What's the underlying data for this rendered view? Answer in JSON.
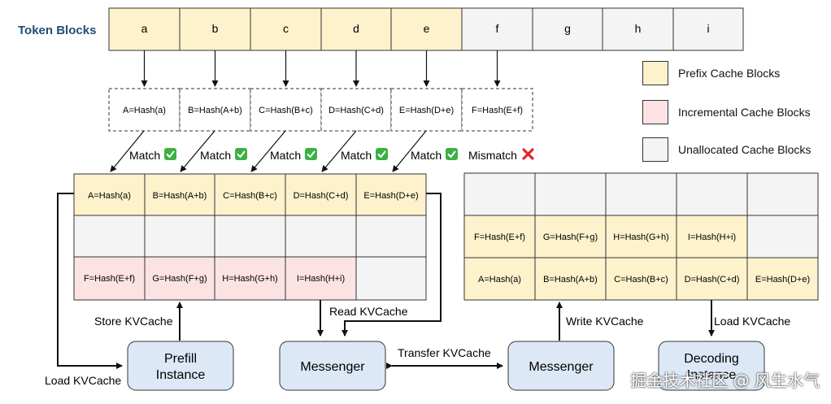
{
  "title": "Token Blocks",
  "token_blocks": [
    "a",
    "b",
    "c",
    "d",
    "e",
    "f",
    "g",
    "h",
    "i"
  ],
  "hash_row": [
    "A=Hash(a)",
    "B=Hash(A+b)",
    "C=Hash(B+c)",
    "D=Hash(C+d)",
    "E=Hash(D+e)",
    "F=Hash(E+f)"
  ],
  "matches": [
    "Match",
    "Match",
    "Match",
    "Match",
    "Match"
  ],
  "mismatch": "Mismatch",
  "prefill_cache": {
    "row1": [
      "A=Hash(a)",
      "B=Hash(A+b)",
      "C=Hash(B+c)",
      "D=Hash(C+d)",
      "E=Hash(D+e)"
    ],
    "row2": [
      "",
      "",
      "",
      "",
      ""
    ],
    "row3": [
      "F=Hash(E+f)",
      "G=Hash(F+g)",
      "H=Hash(G+h)",
      "I=Hash(H+i)",
      ""
    ]
  },
  "decoding_cache": {
    "row1": [
      "",
      "",
      "",
      "",
      ""
    ],
    "row2": [
      "F=Hash(E+f)",
      "G=Hash(F+g)",
      "H=Hash(G+h)",
      "I=Hash(H+i)",
      ""
    ],
    "row3": [
      "A=Hash(a)",
      "B=Hash(A+b)",
      "C=Hash(B+c)",
      "D=Hash(C+d)",
      "E=Hash(D+e)"
    ]
  },
  "legend": {
    "prefix": "Prefix Cache Blocks",
    "incremental": "Incremental Cache Blocks",
    "unallocated": "Unallocated Cache Blocks"
  },
  "labels": {
    "store_kvcache": "Store KVCache",
    "read_kvcache": "Read KVCache",
    "write_kvcache": "Write KVCache",
    "load_kvcache_left": "Load KVCache",
    "load_kvcache_right": "Load KVCache",
    "transfer_kvcache": "Transfer KVCache"
  },
  "boxes": {
    "prefill": [
      "Prefill",
      "Instance"
    ],
    "messenger_left": "Messenger",
    "messenger_right": "Messenger",
    "decoding": [
      "Decoding",
      "Instance"
    ]
  },
  "watermark": "掘金技术社区 @ 风生水气",
  "colors": {
    "prefix": "#fdf2cc",
    "incremental": "#fbe3e3",
    "unallocated": "#f4f4f4",
    "instance_box": "#dce8f6",
    "title": "#1f4e79",
    "check": "#3cb043",
    "cross": "#e0262d"
  }
}
